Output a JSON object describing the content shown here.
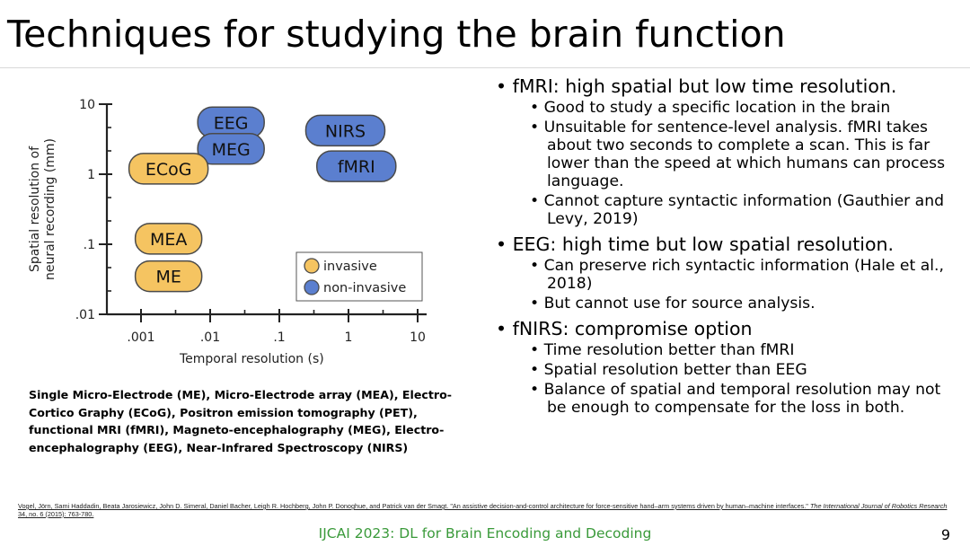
{
  "slide": {
    "title": "Techniques for studying the brain function",
    "caption": "Single Micro-Electrode (ME), Micro-Electrode array (MEA), Electro-Cortico Graphy (ECoG), Positron emission tomography (PET), functional MRI (fMRI), Magneto-encephalography (MEG), Electro-encephalography (EEG), Near-Infrared Spectroscopy (NIRS)",
    "reference_text": "Vogel, Jörn, Sami Haddadin, Beata Jarosiewicz, John D. Simeral, Daniel Bacher, Leigh R. Hochberg, John P. Donoghue, and Patrick van der Smagt. \"An assistive decision-and-control architecture for force-sensitive hand–arm systems driven by human–machine interfaces.\" ",
    "reference_journal": "The International Journal of Robotics Research",
    "reference_tail": " 34, no. 6 (2015): 763-780.",
    "footer": "IJCAI 2023: DL for Brain Encoding and Decoding",
    "page_number": "9"
  },
  "bullets": [
    {
      "text": "fMRI: high spatial but low time resolution.",
      "subs": [
        "Good to study a specific location in the brain",
        "Unsuitable for sentence-level analysis. fMRI takes about two seconds to complete a scan. This is far lower than the speed at which humans can process language.",
        "Cannot capture syntactic information (Gauthier and Levy, 2019)"
      ]
    },
    {
      "text": "EEG: high time but low spatial resolution.",
      "subs": [
        "Can preserve rich syntactic information (Hale et al., 2018)",
        "But cannot use for source analysis."
      ]
    },
    {
      "text": "fNIRS: compromise option",
      "subs": [
        "Time resolution better than fMRI",
        "Spatial resolution better than EEG",
        "Balance of spatial and temporal resolution may not be enough to compensate for the loss in both."
      ]
    }
  ],
  "bullet_glyph": "•",
  "chart_data": {
    "type": "scatter",
    "xlabel": "Temporal resolution (s)",
    "ylabel": "Spatial resolution of neural recording (mm)",
    "x_scale": "log",
    "y_scale": "log",
    "xlim": [
      0.0003,
      10
    ],
    "ylim": [
      0.01,
      10
    ],
    "x_tick_labels": [
      ".001",
      ".01",
      ".1",
      "1",
      "10"
    ],
    "y_tick_labels": [
      "10",
      "1",
      ".1",
      ".01"
    ],
    "x_ticks": [
      0.001,
      0.01,
      0.1,
      1,
      10
    ],
    "y_ticks": [
      10,
      1,
      0.1,
      0.01
    ],
    "colors": {
      "invasive": "#f5c461",
      "non-invasive": "#5b7fcf",
      "outline": "#4a4a4a",
      "axis": "#222222"
    },
    "legend": {
      "position": "bottom-right",
      "entries": [
        {
          "label": "invasive",
          "category": "invasive"
        },
        {
          "label": "non-invasive",
          "category": "non-invasive"
        }
      ]
    },
    "points": [
      {
        "label": "EEG",
        "category": "non-invasive",
        "x": 0.02,
        "y": 5.5
      },
      {
        "label": "MEG",
        "category": "non-invasive",
        "x": 0.02,
        "y": 2.3
      },
      {
        "label": "NIRS",
        "category": "non-invasive",
        "x": 0.9,
        "y": 4.2
      },
      {
        "label": "fMRI",
        "category": "non-invasive",
        "x": 1.3,
        "y": 1.3
      },
      {
        "label": "ECoG",
        "category": "invasive",
        "x": 0.0025,
        "y": 1.2
      },
      {
        "label": "MEA",
        "category": "invasive",
        "x": 0.0025,
        "y": 0.12
      },
      {
        "label": "ME",
        "category": "invasive",
        "x": 0.0025,
        "y": 0.035
      }
    ]
  }
}
